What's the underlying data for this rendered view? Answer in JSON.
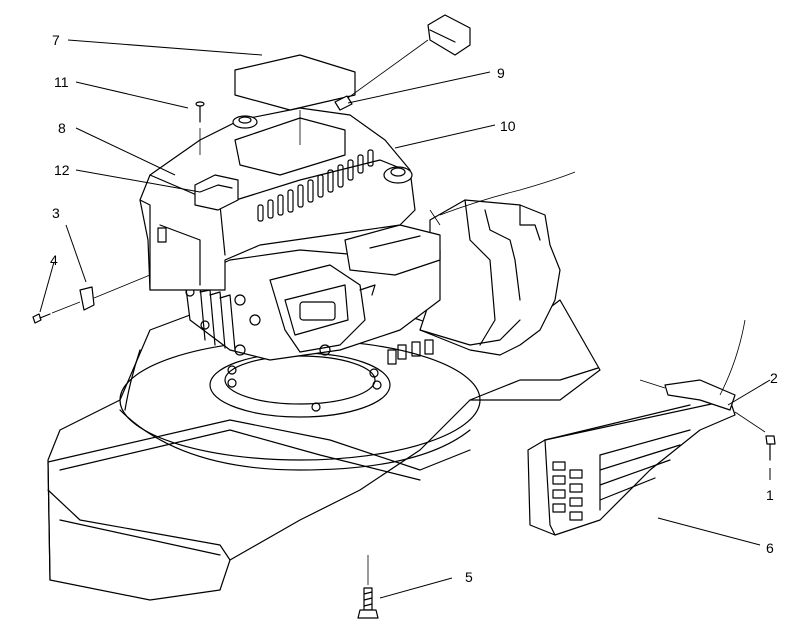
{
  "callouts": [
    {
      "id": "c7",
      "label": "7"
    },
    {
      "id": "c11",
      "label": "11"
    },
    {
      "id": "c8",
      "label": "8"
    },
    {
      "id": "c12",
      "label": "12"
    },
    {
      "id": "c3",
      "label": "3"
    },
    {
      "id": "c4",
      "label": "4"
    },
    {
      "id": "c9",
      "label": "9"
    },
    {
      "id": "c10",
      "label": "10"
    },
    {
      "id": "c2",
      "label": "2"
    },
    {
      "id": "c1",
      "label": "1"
    },
    {
      "id": "c6",
      "label": "6"
    },
    {
      "id": "c5",
      "label": "5"
    }
  ]
}
